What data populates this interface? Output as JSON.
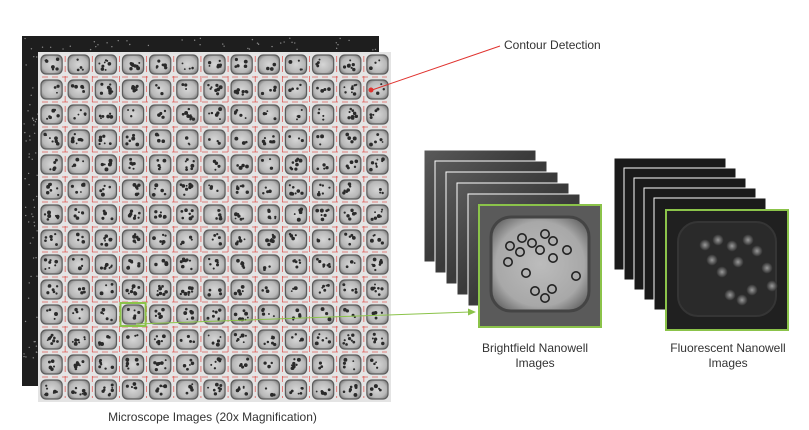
{
  "labels": {
    "contour_detection": "Contour Detection",
    "microscope_images": "Microscope Images (20x Magnification)",
    "brightfield_line1": "Brightfield Nanowell",
    "brightfield_line2": "Images",
    "fluorescent_line1": "Fluorescent Nanowell",
    "fluorescent_line2": "Images"
  },
  "grid": {
    "rows": 14,
    "cols": 13,
    "highlighted_well": {
      "row": 10,
      "col": 3
    }
  },
  "colors": {
    "contour": "#e0322e",
    "highlight": "#8bc34a",
    "connector": "#8bc34a",
    "text": "#333333"
  }
}
